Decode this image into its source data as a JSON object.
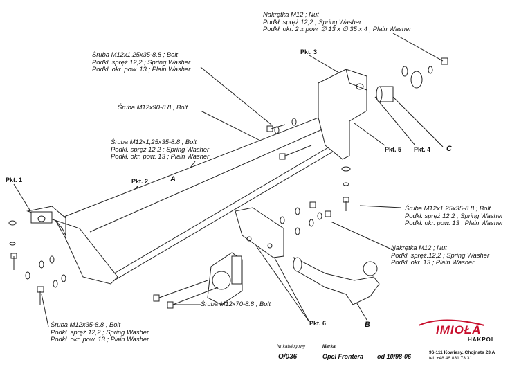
{
  "labels": {
    "nut_top": [
      "Nakrętka  M12 ; Nut",
      "Podkł. spręż.12,2 ; Spring Washer",
      "Podkł. okr. 2 x pow. ∅ 13 x ∅ 35 x 4 ; Plain Washer"
    ],
    "bolt_top_left": [
      "Śruba M12x1,25x35-8.8 ;  Bolt",
      "Podkł. spręż.12,2 ; Spring Washer",
      "Podkł. okr. pow. 13 ; Plain Washer"
    ],
    "bolt_m12x90": [
      "Śruba M12x90-8.8 ;  Bolt"
    ],
    "bolt_mid_left": [
      "Śruba M12x1,25x35-8.8 ;  Bolt",
      "Podkł. spręż.12,2 ; Spring Washer",
      "Podkł. okr. pow. 13 ; Plain Washer"
    ],
    "bolt_right": [
      "Śruba M12x1,25x35-8.8 ;  Bolt",
      "Podkł. spręż.12,2 ; Spring Washer",
      "Podkł. okr. pow. 13 ; Plain Washer"
    ],
    "nut_right": [
      "Nakrętka  M12 ; Nut",
      "Podkł. spręż.12,2 ; Spring Washer",
      "Podkł. okr. 13 ; Plain Washer"
    ],
    "bolt_m12x35": [
      "Śruba M12x35-8.8 ;  Bolt",
      "Podkł. spręż.12,2 ; Spring Washer",
      "Podkł. okr. pow. 13 ; Plain Washer"
    ],
    "bolt_m12x70": [
      "Śruba M12x70-8.8 ;  Bolt"
    ]
  },
  "points": {
    "pkt1": "Pkt. 1",
    "pkt2": "Pkt. 2",
    "pkt3": "Pkt. 3",
    "pkt4": "Pkt. 4",
    "pkt5": "Pkt. 5",
    "pkt6": "Pkt. 6"
  },
  "letters": {
    "a": "A",
    "b": "B",
    "c": "C"
  },
  "footer": {
    "catalog_label": "Nr katalogowy",
    "catalog_value": "O/036",
    "brand_label": "Marka",
    "brand_value": "Opel Frontera",
    "date_value": "od 10/98-06"
  },
  "logo": {
    "name": "IMIOŁA",
    "sub": "HAKPOL",
    "address": "96-111 Kowiesy, Chojnata 23 A",
    "phone": "tel. +48 46 831 73 31",
    "color": "#c8102e"
  }
}
